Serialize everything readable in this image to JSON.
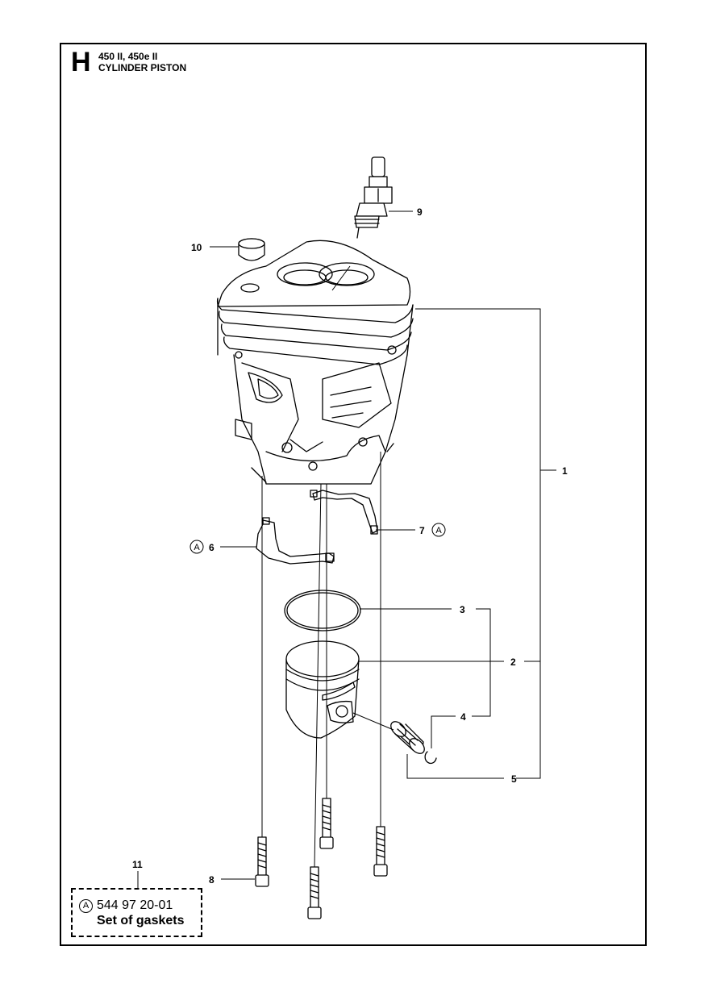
{
  "header": {
    "section_letter": "H",
    "models": "450 II, 450e II",
    "title": "CYLINDER PISTON"
  },
  "callouts": {
    "c1": "1",
    "c2": "2",
    "c3": "3",
    "c4": "4",
    "c5": "5",
    "c6": "6",
    "c7": "7",
    "c8": "8",
    "c9": "9",
    "c10": "10",
    "c11": "11"
  },
  "markers": {
    "a": "A"
  },
  "kit": {
    "badge": "A",
    "number": "544 97 20-01",
    "description": "Set of gaskets"
  }
}
